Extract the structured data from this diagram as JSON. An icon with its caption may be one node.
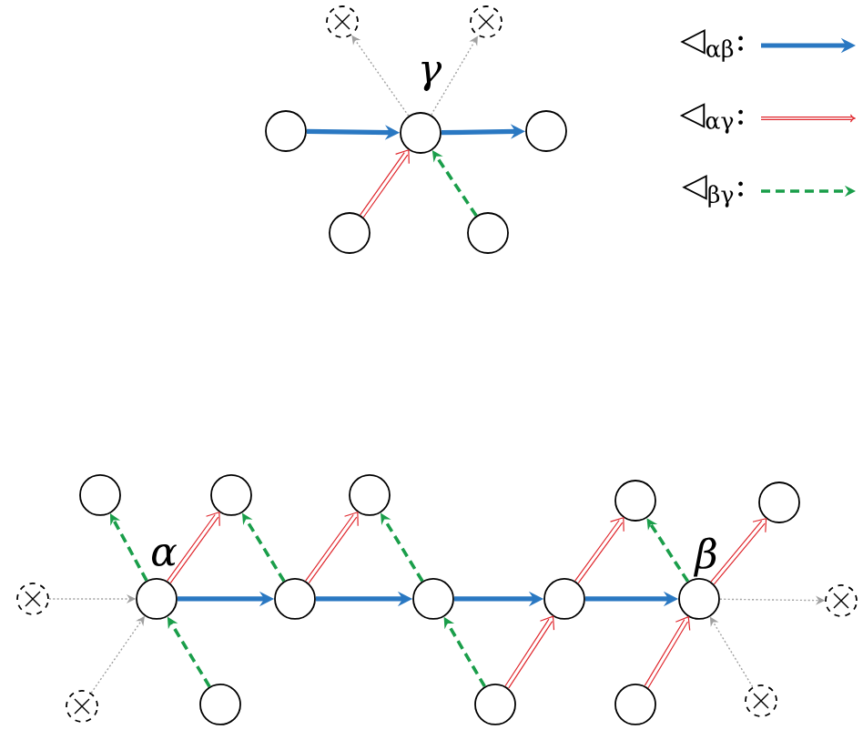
{
  "diagram": {
    "nodes": [
      {
        "text": [],
        "shape": "cross"
      },
      {
        "text": [],
        "shape": "cross"
      },
      {
        "text": [],
        "shape": "circle"
      },
      {
        "text": [],
        "shape": "circle",
        "beside": [
          "γ"
        ]
      },
      {
        "text": [],
        "shape": "circle"
      },
      {
        "text": [],
        "shape": "circle"
      },
      {
        "text": [],
        "shape": "circle"
      },
      {
        "text": [],
        "shape": "circle"
      },
      {
        "text": [],
        "shape": "circle"
      },
      {
        "text": [],
        "shape": "circle"
      },
      {
        "text": [],
        "shape": "circle"
      },
      {
        "text": [],
        "shape": "circle"
      },
      {
        "text": [],
        "shape": "cross"
      },
      {
        "text": [],
        "shape": "circle",
        "beside": [
          "α"
        ]
      },
      {
        "text": [],
        "shape": "circle"
      },
      {
        "text": [],
        "shape": "circle"
      },
      {
        "text": [],
        "shape": "circle"
      },
      {
        "text": [],
        "shape": "circle",
        "beside": [
          "β"
        ]
      },
      {
        "text": [],
        "shape": "cross"
      },
      {
        "text": [],
        "shape": "circle"
      },
      {
        "text": [],
        "shape": "cross"
      },
      {
        "text": [],
        "shape": "circle"
      },
      {
        "text": [],
        "shape": "circle"
      },
      {
        "text": [],
        "shape": "cross"
      }
    ],
    "edges": [
      {
        "from": 2,
        "to": 3,
        "arrow": "to",
        "style": "thick",
        "color": "#2a78c2"
      },
      {
        "from": 3,
        "to": 4,
        "arrow": "to",
        "style": "thick",
        "color": "#2a78c2"
      },
      {
        "from": 5,
        "to": 3,
        "arrow": "to",
        "color": "#e0282e"
      },
      {
        "from": 6,
        "to": 3,
        "arrow": "to",
        "style": "dashed",
        "color": "#1a9e4a"
      },
      {
        "from": 3,
        "to": 0,
        "arrow": "to",
        "style": "dashed",
        "color": "#a0a0a0"
      },
      {
        "from": 3,
        "to": 1,
        "arrow": "to",
        "style": "dashed",
        "color": "#a0a0a0"
      },
      {
        "from": 12,
        "to": 13,
        "arrow": "to",
        "style": "dashed",
        "color": "#a0a0a0"
      },
      {
        "from": 20,
        "to": 13,
        "arrow": "to",
        "style": "dashed",
        "color": "#a0a0a0"
      },
      {
        "from": 13,
        "to": 7,
        "arrow": "to",
        "style": "dashed",
        "color": "#1a9e4a"
      },
      {
        "from": 13,
        "to": 8,
        "arrow": "to",
        "color": "#e0282e"
      },
      {
        "from": 19,
        "to": 13,
        "arrow": "to",
        "style": "dashed",
        "color": "#1a9e4a"
      },
      {
        "from": 13,
        "to": 14,
        "arrow": "to",
        "style": "thick",
        "color": "#2a78c2"
      },
      {
        "from": 14,
        "to": 15,
        "arrow": "to",
        "style": "thick",
        "color": "#2a78c2"
      },
      {
        "from": 15,
        "to": 16,
        "arrow": "to",
        "style": "thick",
        "color": "#2a78c2"
      },
      {
        "from": 16,
        "to": 17,
        "arrow": "to",
        "style": "thick",
        "color": "#2a78c2"
      },
      {
        "from": 14,
        "to": 8,
        "arrow": "to",
        "style": "dashed",
        "color": "#1a9e4a"
      },
      {
        "from": 14,
        "to": 9,
        "arrow": "to",
        "color": "#e0282e"
      },
      {
        "from": 15,
        "to": 9,
        "arrow": "to",
        "style": "dashed",
        "color": "#1a9e4a"
      },
      {
        "from": 21,
        "to": 15,
        "arrow": "to",
        "style": "dashed",
        "color": "#1a9e4a"
      },
      {
        "from": 21,
        "to": 16,
        "arrow": "to",
        "color": "#e0282e"
      },
      {
        "from": 16,
        "to": 10,
        "arrow": "to",
        "color": "#e0282e"
      },
      {
        "from": 17,
        "to": 10,
        "arrow": "to",
        "style": "dashed",
        "color": "#1a9e4a"
      },
      {
        "from": 17,
        "to": 11,
        "arrow": "to",
        "color": "#e0282e"
      },
      {
        "from": 22,
        "to": 17,
        "arrow": "to",
        "color": "#e0282e"
      },
      {
        "from": 17,
        "to": 18,
        "arrow": "to",
        "style": "dashed",
        "color": "#a0a0a0"
      },
      {
        "from": 23,
        "to": 17,
        "arrow": "to",
        "style": "dashed",
        "color": "#a0a0a0"
      }
    ],
    "legend": [
      {
        "text": "◁$_{αβ}$:"
      },
      {
        "text": "◁$_{αγ}$:"
      },
      {
        "text": "◁$_{βγ}$:"
      }
    ]
  }
}
